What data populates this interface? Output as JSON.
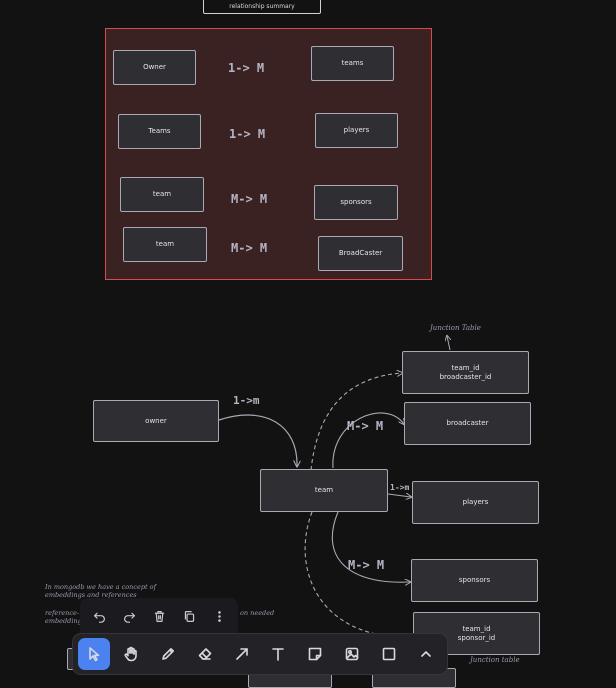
{
  "title": "relationship summary",
  "summary": {
    "rows": [
      {
        "left": "Owner",
        "rel": "1-> M",
        "right": "teams"
      },
      {
        "left": "Teams",
        "rel": "1-> M",
        "right": "players"
      },
      {
        "left": "team",
        "rel": "M-> M",
        "right": "sponsors"
      },
      {
        "left": "team",
        "rel": "M-> M",
        "right": "BroadCaster"
      }
    ]
  },
  "diagram": {
    "owner": "owner",
    "team": "team",
    "junction_broadcaster": {
      "line1": "team_id",
      "line2": "broadcaster_id"
    },
    "broadcaster": "broadcaster",
    "players": "players",
    "sponsors": "sponsors",
    "junction_sponsor": {
      "line1": "team_id",
      "line2": "sponsor_id"
    },
    "label_owner_team": "1->m",
    "label_team_broadcaster": "M-> M",
    "label_team_players": "1->m",
    "label_team_sponsors": "M-> M",
    "junction_table_top": "Junction Table",
    "junction_table_bottom": "Junction table"
  },
  "notes": {
    "line1": "In mongodb we have a concept of",
    "line2": "embeddings and references",
    "line3_a": "reference-",
    "line3_b": "on needed",
    "line4": "embedding"
  },
  "toolbar": {
    "tools": [
      "pointer-icon",
      "hand-icon",
      "pencil-icon",
      "eraser-icon",
      "arrow-icon",
      "text-icon",
      "sticky-note-icon",
      "image-icon",
      "rectangle-icon",
      "chevron-up-icon"
    ],
    "active_tool": "pointer-icon",
    "mini": [
      "undo-icon",
      "redo-icon",
      "trash-icon",
      "duplicate-icon",
      "more-icon"
    ]
  }
}
